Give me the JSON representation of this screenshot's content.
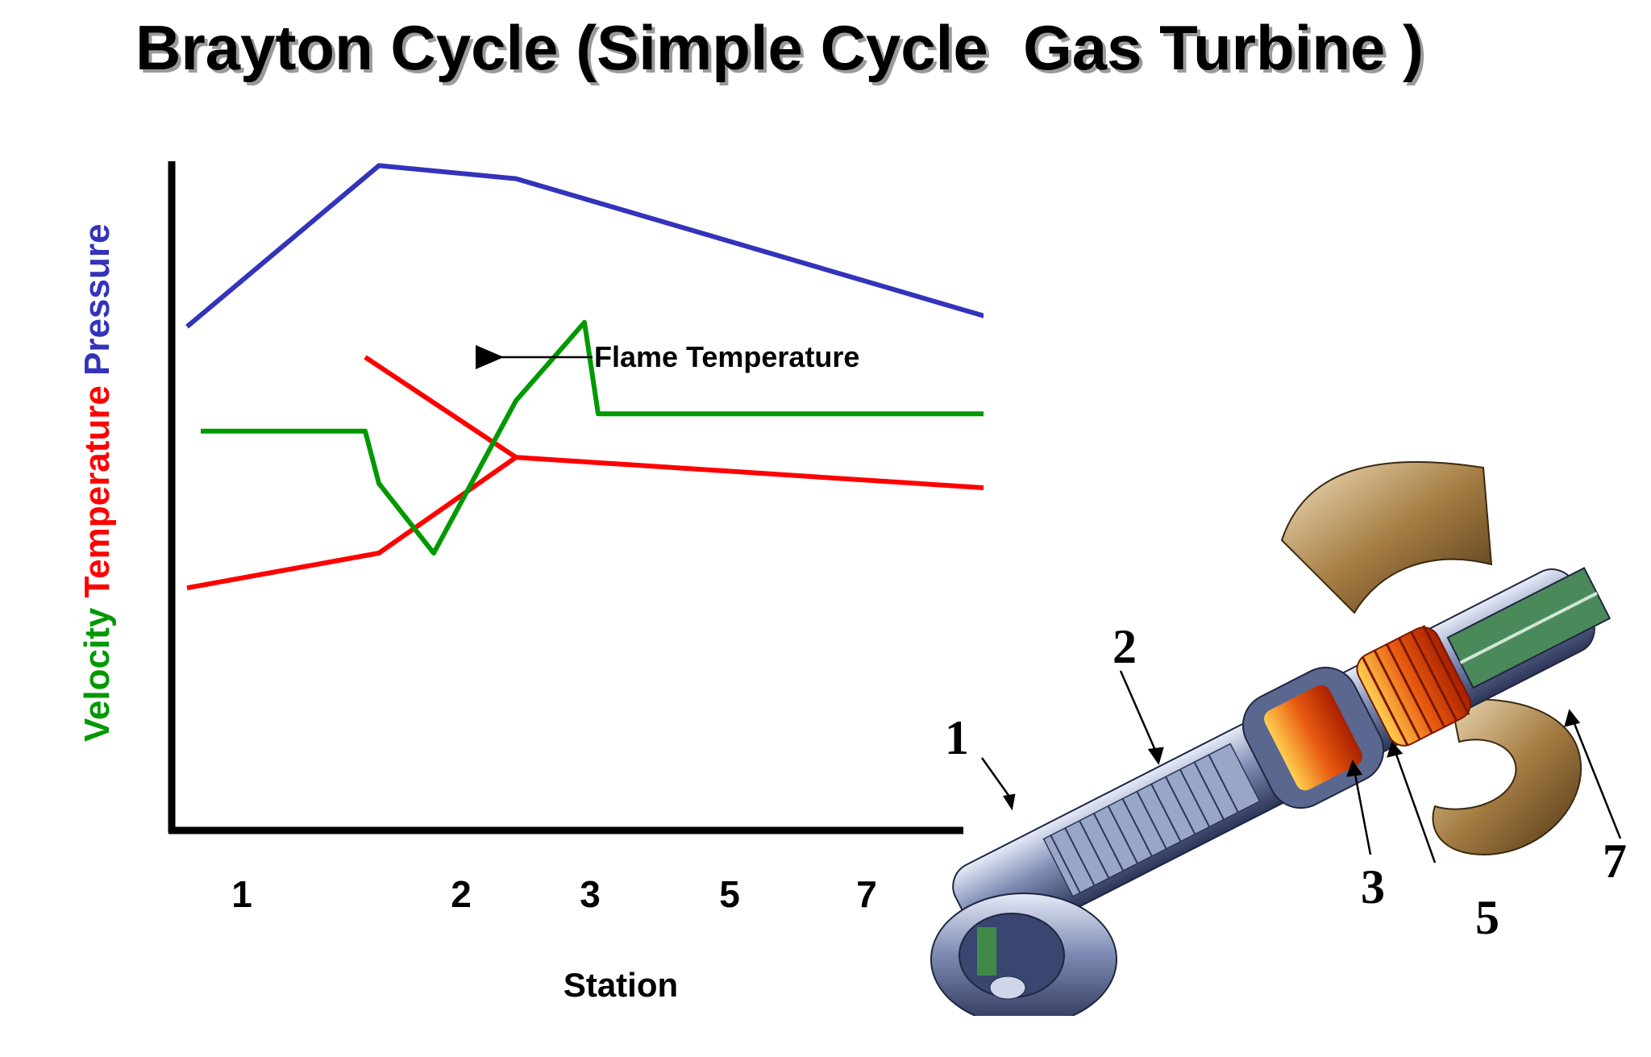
{
  "title": "Brayton Cycle (Simple Cycle  Gas Turbine )",
  "y_axis": {
    "velocity": {
      "text": "Velocity",
      "color": "#009900"
    },
    "temperature": {
      "text": "Temperature",
      "color": "#ff0000"
    },
    "pressure": {
      "text": "Pressure",
      "color": "#3333bb"
    }
  },
  "chart_data": {
    "type": "line",
    "xlabel": "Station",
    "categories": [
      "1",
      "2",
      "3",
      "5",
      "7"
    ],
    "annotations": [
      {
        "text": "Flame Temperature"
      }
    ],
    "series": [
      {
        "name": "Pressure",
        "color": "#3333bb",
        "points": [
          [
            0.6,
            0.62
          ],
          [
            2.0,
            0.99
          ],
          [
            3.0,
            0.96
          ],
          [
            6.9,
            0.6
          ]
        ]
      },
      {
        "name": "Temperature",
        "color": "#ff0000",
        "points": [
          [
            0.6,
            0.02
          ],
          [
            2.0,
            0.1
          ],
          [
            3.0,
            0.32
          ],
          [
            6.9,
            0.24
          ]
        ]
      },
      {
        "name": "Temperature",
        "color": "#ff0000",
        "points": [
          [
            1.9,
            0.55
          ],
          [
            3.0,
            0.32
          ]
        ]
      },
      {
        "name": "Velocity",
        "color": "#009900",
        "points": [
          [
            0.7,
            0.38
          ],
          [
            1.9,
            0.38
          ],
          [
            2.0,
            0.26
          ],
          [
            2.4,
            0.1
          ],
          [
            3.0,
            0.45
          ],
          [
            3.5,
            0.63
          ],
          [
            3.6,
            0.42
          ],
          [
            6.9,
            0.42
          ]
        ]
      }
    ]
  },
  "turbine": {
    "callouts": [
      "1",
      "2",
      "3",
      "5",
      "7"
    ]
  }
}
